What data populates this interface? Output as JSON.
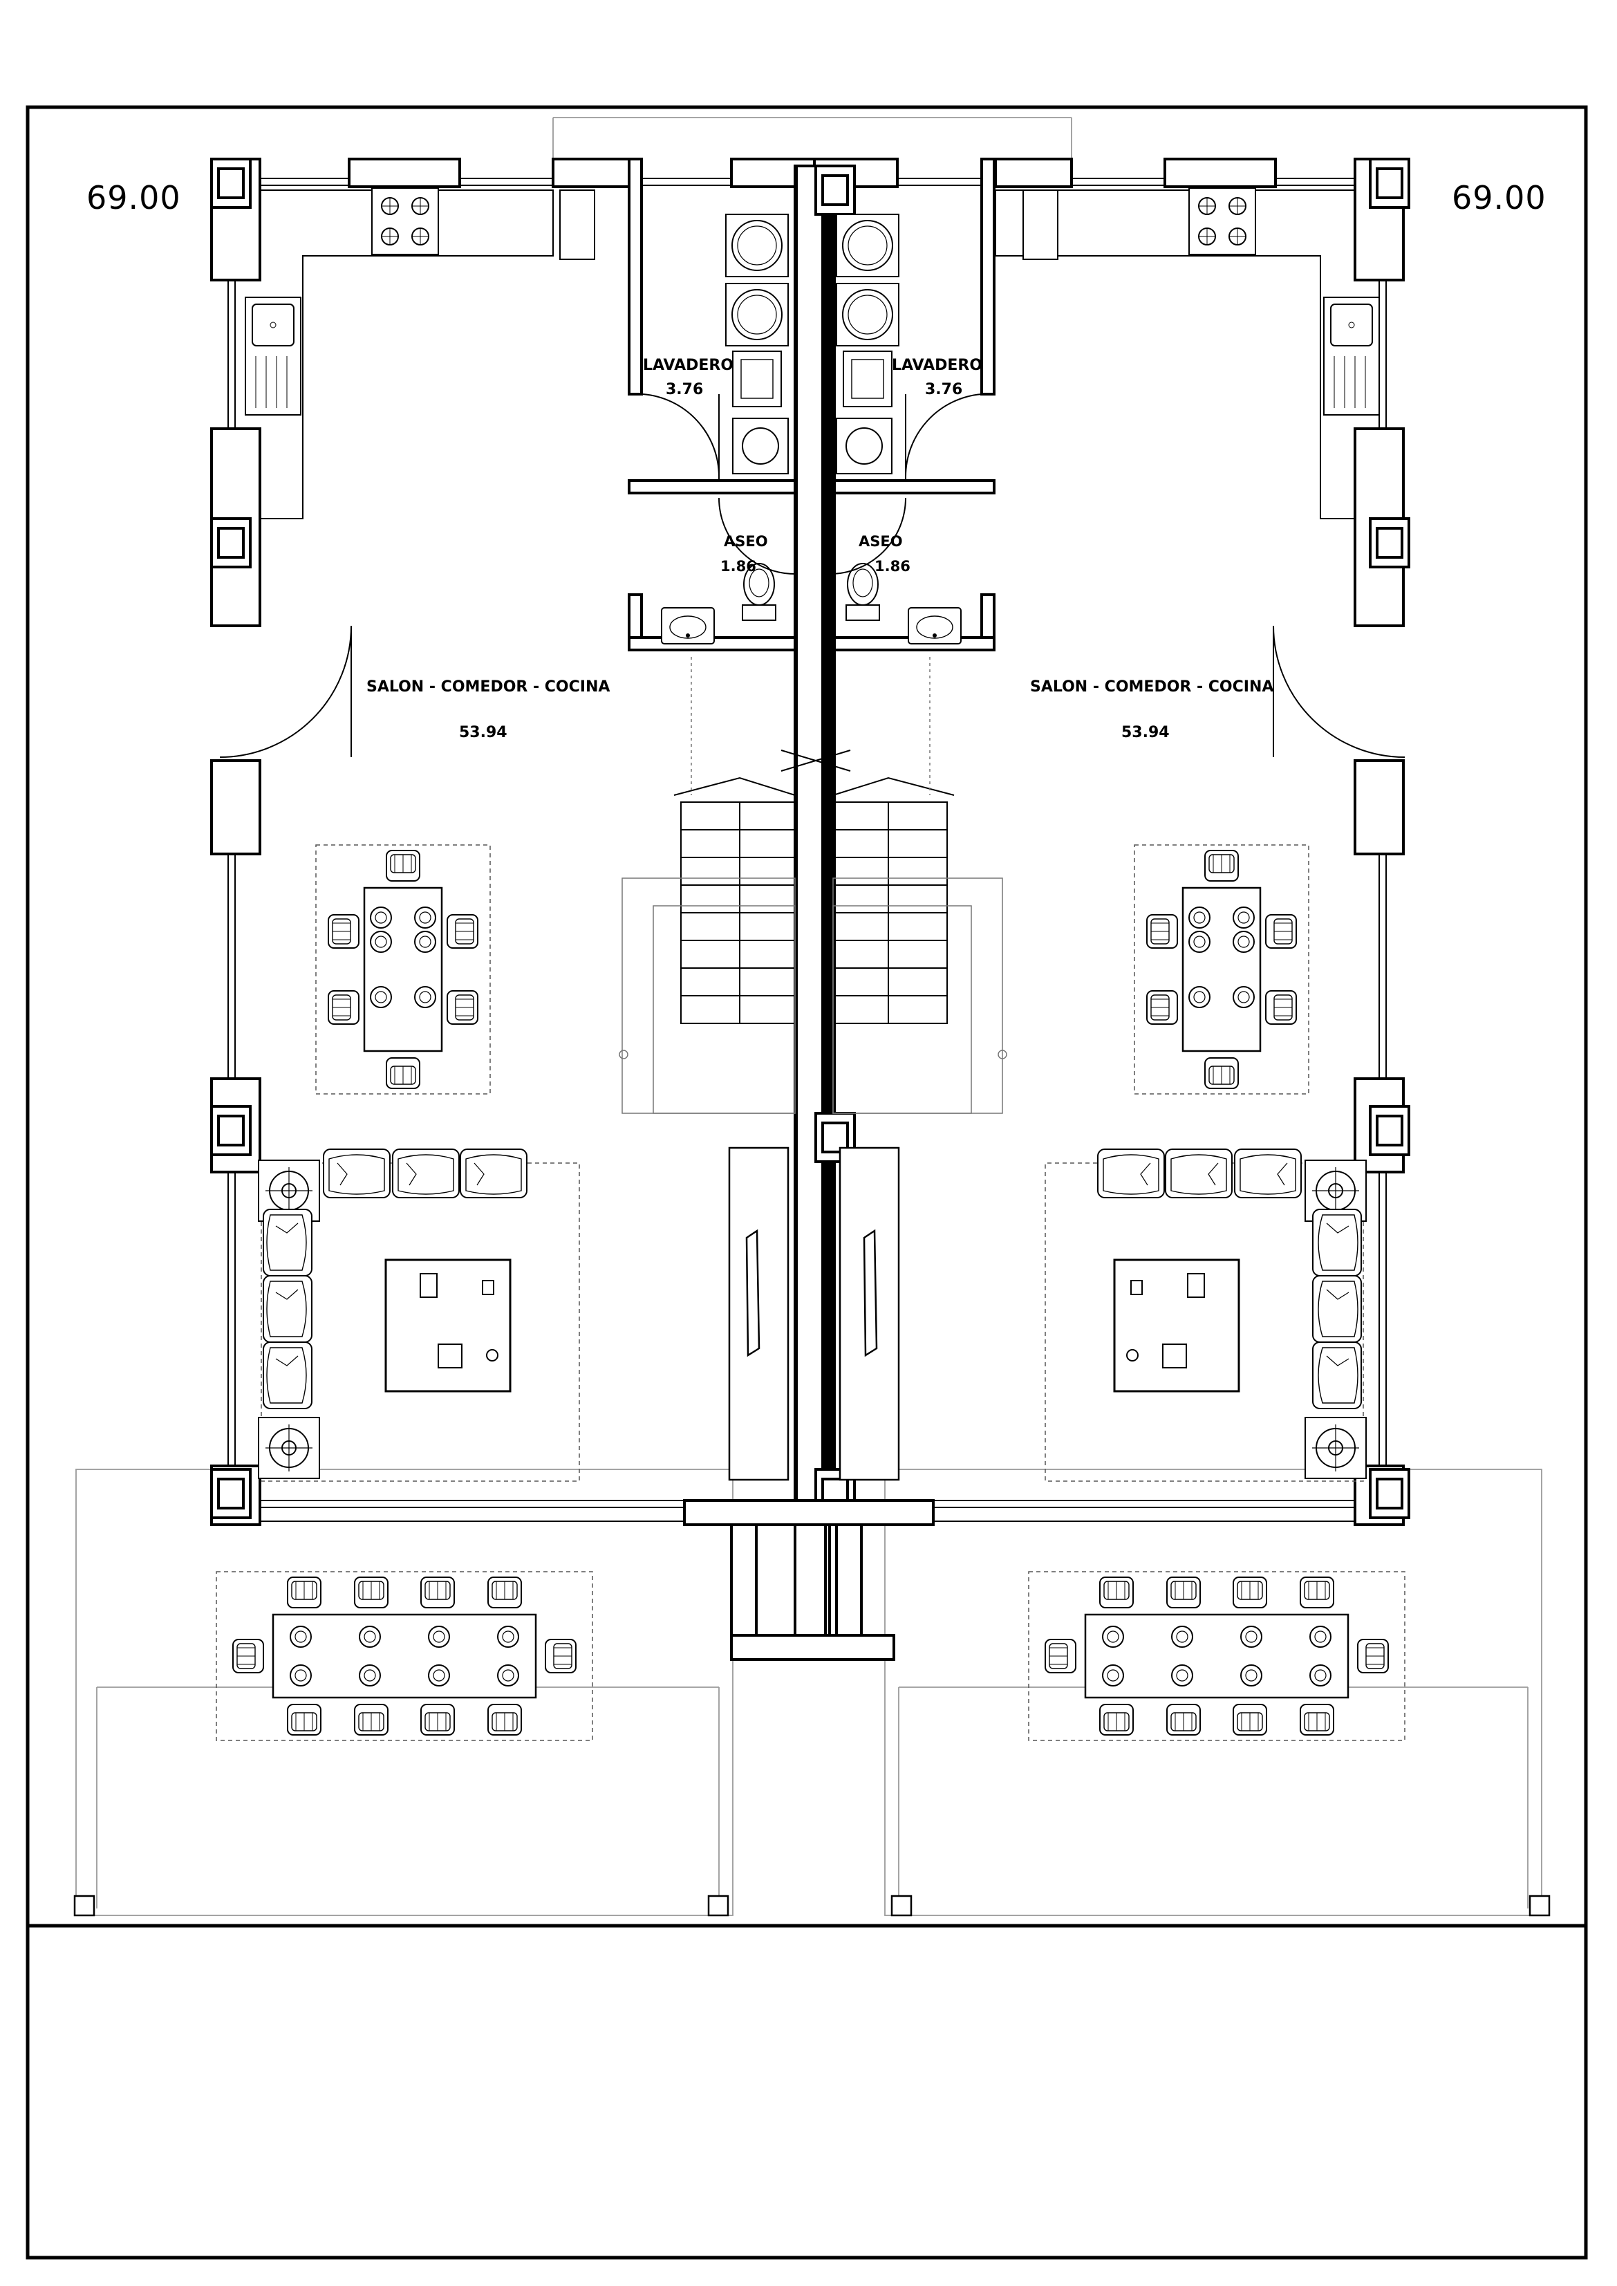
{
  "plan": {
    "left_unit": {
      "total_area": "69.00",
      "laundry": {
        "name": "LAVADERO",
        "area": "3.76"
      },
      "bathroom": {
        "name": "ASEO",
        "area": "1.86"
      },
      "living": {
        "name": "SALON - COMEDOR - COCINA",
        "area": "53.94"
      }
    },
    "right_unit": {
      "total_area": "69.00",
      "laundry": {
        "name": "LAVADERO",
        "area": "3.76"
      },
      "bathroom": {
        "name": "ASEO",
        "area": "1.86"
      },
      "living": {
        "name": "SALON - COMEDOR - COCINA",
        "area": "53.94"
      }
    }
  },
  "colors": {
    "ink": "#000000",
    "paper": "#ffffff",
    "hatch": "#888888"
  }
}
